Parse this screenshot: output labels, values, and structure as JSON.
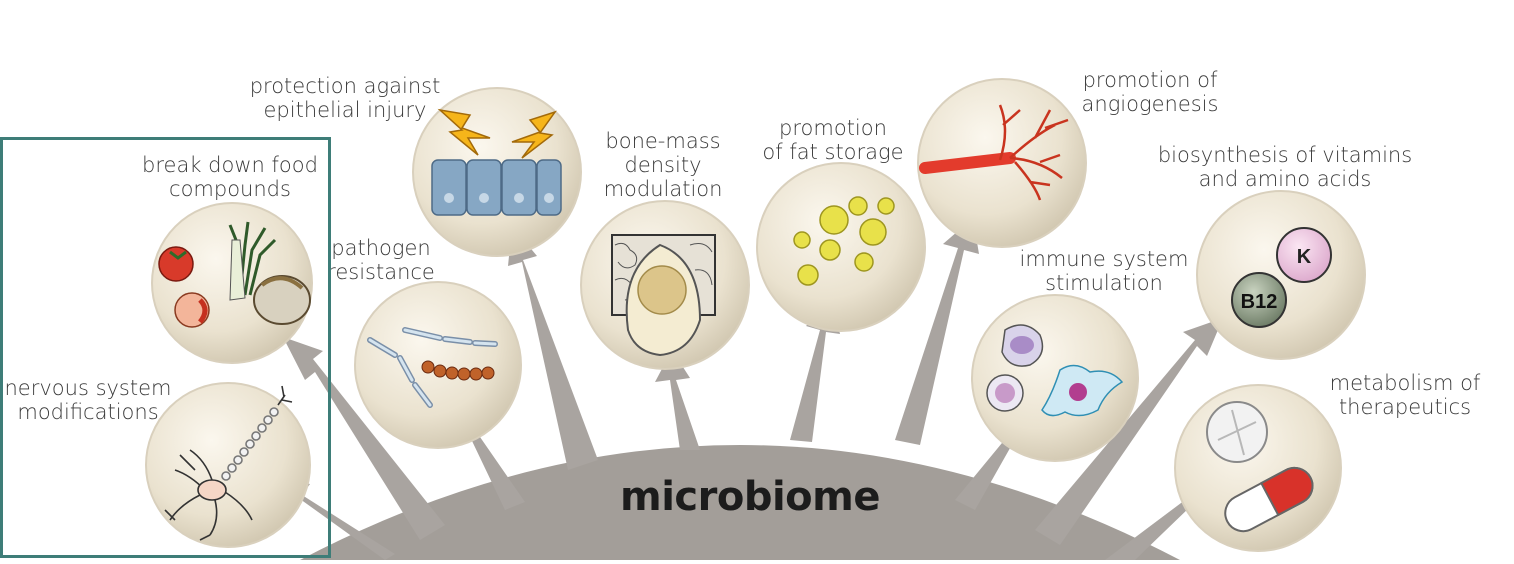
{
  "diagram": {
    "center_label": "microbiome",
    "nodes": [
      {
        "id": "nervous",
        "lines": [
          "nervous system",
          "modifications"
        ],
        "icon": "neuron-icon"
      },
      {
        "id": "food",
        "lines": [
          "break down food",
          "compounds"
        ],
        "icon": "food-icon"
      },
      {
        "id": "pathogen",
        "lines": [
          "pathogen",
          "resistance"
        ],
        "icon": "bacteria-icon"
      },
      {
        "id": "epithelial",
        "lines": [
          "protection against",
          "epithelial injury"
        ],
        "icon": "epithelium-icon"
      },
      {
        "id": "bone",
        "lines": [
          "bone-mass",
          "density",
          "modulation"
        ],
        "icon": "bone-icon"
      },
      {
        "id": "fat",
        "lines": [
          "promotion",
          "of fat storage"
        ],
        "icon": "fat-droplets-icon"
      },
      {
        "id": "angio",
        "lines": [
          "promotion of",
          "angiogenesis"
        ],
        "icon": "blood-vessel-icon"
      },
      {
        "id": "immune",
        "lines": [
          "immune system",
          "stimulation"
        ],
        "icon": "immune-cells-icon"
      },
      {
        "id": "vitamins",
        "lines": [
          "biosynthesis of vitamins",
          "and amino acids"
        ],
        "icon": "vitamins-icon"
      },
      {
        "id": "therapeutics",
        "lines": [
          "metabolism of",
          "therapeutics"
        ],
        "icon": "pills-icon"
      }
    ],
    "vitamin_labels": [
      "K",
      "B12"
    ]
  }
}
